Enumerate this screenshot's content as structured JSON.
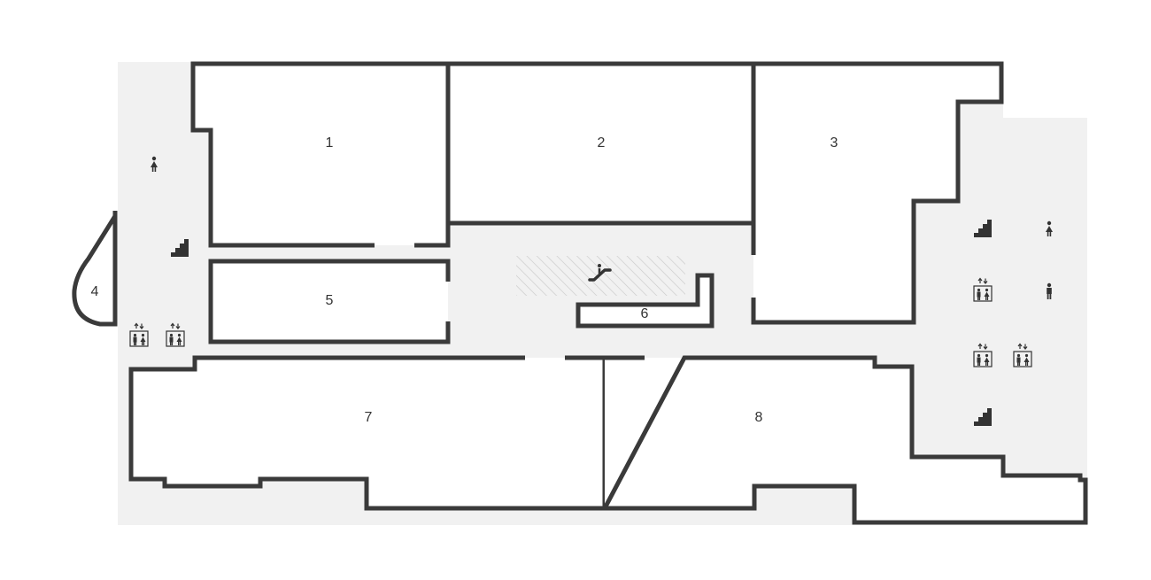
{
  "map": {
    "colors": {
      "background": "#ffffff",
      "corridor": "#f1f1f1",
      "wall": "#3a3a3a",
      "label": "#333333",
      "hatch": "#c9c9c9"
    },
    "units": [
      {
        "id": "1",
        "label": "1"
      },
      {
        "id": "2",
        "label": "2"
      },
      {
        "id": "3",
        "label": "3"
      },
      {
        "id": "4",
        "label": "4"
      },
      {
        "id": "5",
        "label": "5"
      },
      {
        "id": "6",
        "label": "6"
      },
      {
        "id": "7",
        "label": "7"
      },
      {
        "id": "8",
        "label": "8"
      }
    ],
    "amenities": [
      {
        "type": "toilet-female",
        "icon": "female-toilet-icon"
      },
      {
        "type": "stairs",
        "icon": "stairs-icon"
      },
      {
        "type": "elevator",
        "icon": "elevator-icon"
      },
      {
        "type": "elevator",
        "icon": "elevator-icon"
      },
      {
        "type": "escalator",
        "icon": "escalator-icon"
      },
      {
        "type": "stairs",
        "icon": "stairs-icon"
      },
      {
        "type": "toilet-female",
        "icon": "female-toilet-icon"
      },
      {
        "type": "elevator",
        "icon": "elevator-icon"
      },
      {
        "type": "toilet-male",
        "icon": "male-toilet-icon"
      },
      {
        "type": "elevator",
        "icon": "elevator-icon"
      },
      {
        "type": "elevator",
        "icon": "elevator-icon"
      },
      {
        "type": "stairs",
        "icon": "stairs-icon"
      }
    ]
  }
}
